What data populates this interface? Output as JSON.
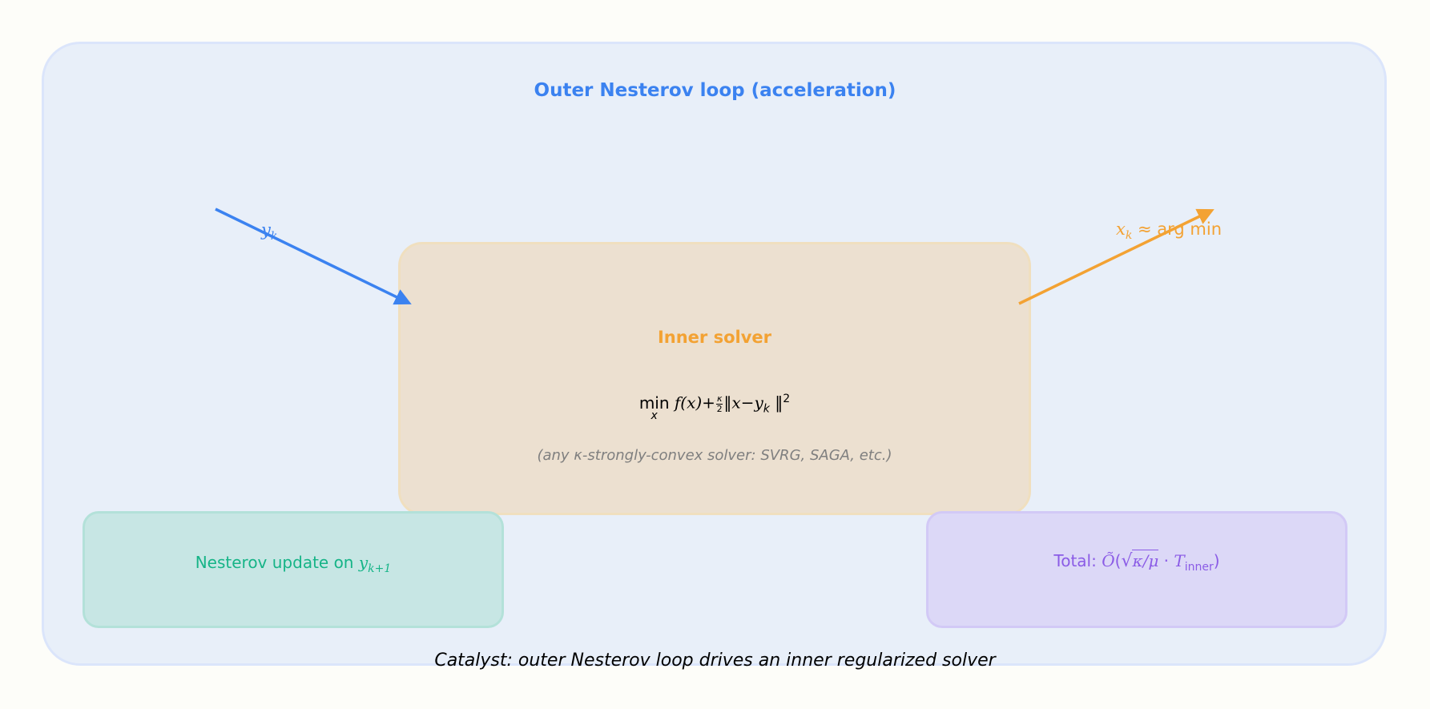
{
  "outer": {
    "title": "Outer Nesterov loop (acceleration)",
    "color": "#3b82f0"
  },
  "inner": {
    "title": "Inner solver",
    "formula": {
      "op": "min",
      "op_sub": "x",
      "f": "f(x)+",
      "frac_num": "κ",
      "frac_den": "2",
      "norm_open": "‖x−",
      "y_sub": "k",
      "norm_close": "‖",
      "power": "2"
    },
    "subtitle": "(any κ-strongly-convex solver: SVRG, SAGA, etc.)",
    "color": "#f3a233"
  },
  "arrows": {
    "in_label": "y",
    "in_label_sub": "k",
    "out_label_var": "x",
    "out_label_sub": "k",
    "out_label_rest": " ≈ arg min"
  },
  "nesterov_update": {
    "label": "Nesterov update on ",
    "var": "y",
    "sub": "k+1",
    "color": "#16b487"
  },
  "total": {
    "label": "Total: ",
    "expr_O": "Õ",
    "expr_sqrt": "κ/μ",
    "expr_T": "T",
    "expr_T_sub": "inner",
    "color": "#8b5ce6"
  },
  "caption": "Catalyst: outer Nesterov loop drives an inner regularized solver"
}
